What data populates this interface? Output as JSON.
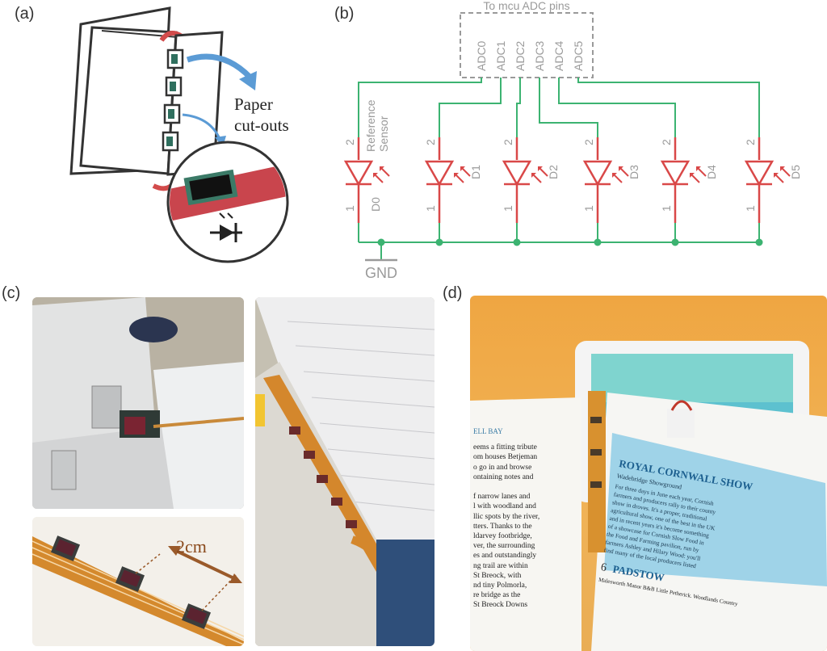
{
  "panels": {
    "a": "(a)",
    "b": "(b)",
    "c": "(c)",
    "d": "(d)"
  },
  "panel_a": {
    "callout_line1": "Paper",
    "callout_line2": "cut-outs"
  },
  "panel_b": {
    "header": "To mcu ADC pins",
    "adc_pins": [
      "ADC0",
      "ADC1",
      "ADC2",
      "ADC3",
      "ADC4",
      "ADC5"
    ],
    "diodes": [
      "D0",
      "D1",
      "D2",
      "D3",
      "D4",
      "D5"
    ],
    "pin_top": "2",
    "pin_bottom": "1",
    "reference_line1": "Reference",
    "reference_line2": "Sensor",
    "ground": "GND",
    "colors": {
      "wire": "#3cb371",
      "diode": "#d94848",
      "label": "#9a9a9a"
    }
  },
  "panel_c": {
    "spacing_label": "2cm"
  },
  "panel_d": {
    "left_page_heading": "ELL BAY",
    "left_page_lines": [
      "eems a fitting tribute",
      "om houses Betjeman",
      "o go in and browse",
      "ontaining notes and",
      "",
      "f narrow lanes and",
      "l with woodland and",
      "llic spots by the river,",
      "tters. Thanks to the",
      "ldarvey footbridge,",
      "ver, the surrounding",
      "es and outstandingly",
      "ng trail are within",
      "St Breock, with",
      "nd tiny Polmorla,",
      "re bridge as the",
      "St Breock Downs"
    ],
    "right_page_title": "ROYAL CORNWALL SHOW",
    "right_page_sub": "Wadebridge Showground",
    "right_page_lines": [
      "For three days in June each year, Cornish",
      "farmers and producers rally to their county",
      "show in droves. It's a proper, traditional",
      "agricultural show, one of the best in the UK",
      "and in recent years it's become something",
      "of a showcase for Cornish Slow Food in",
      "the Food and Farming pavilion, run by",
      "farmers Ashley and Hilary Wood: you'll",
      "find many of the local producers listed"
    ],
    "section_number": "6",
    "section_title": "PADSTOW",
    "section_line": "Malesworth Manor B&B Little Petherick. Woodlands Country"
  }
}
